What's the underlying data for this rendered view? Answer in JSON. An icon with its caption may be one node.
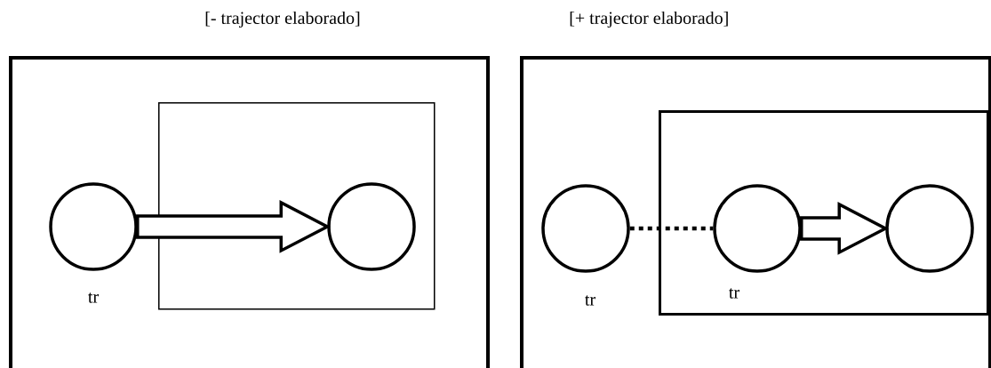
{
  "diagram": {
    "nodes": [
      {
        "text": [
          "[- trajector elaborado]"
        ]
      },
      {
        "text": [],
        "shape": "box",
        "in": 0
      },
      {
        "text": [],
        "shape": "circle",
        "in": 0,
        "beside": [
          "tr"
        ]
      },
      {
        "text": [],
        "shape": "circle",
        "in": 1
      },
      {
        "text": [
          "[+ trajector elaborado]"
        ]
      },
      {
        "text": [],
        "shape": "box",
        "in": 4
      },
      {
        "text": [],
        "shape": "circle",
        "in": 4,
        "beside": [
          "tr"
        ]
      },
      {
        "text": [],
        "shape": "circle",
        "in": 5,
        "beside": [
          "tr"
        ]
      },
      {
        "text": [],
        "shape": "circle",
        "in": 5
      }
    ],
    "edges": [
      {
        "from": 2,
        "to": 3,
        "arrow": "to"
      },
      {
        "from": 6,
        "to": 7,
        "arrow": "none",
        "style": "dashed"
      },
      {
        "from": 7,
        "to": 8,
        "arrow": "to"
      }
    ]
  }
}
